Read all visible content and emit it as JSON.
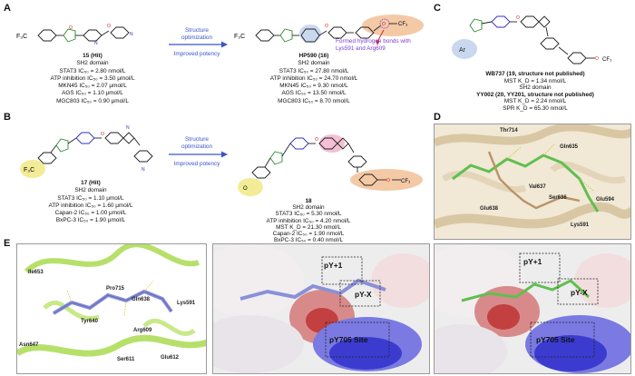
{
  "panels": [
    "A",
    "B",
    "C",
    "D",
    "E"
  ],
  "panelA": {
    "arrow": [
      "Structure",
      "optimization",
      "Improved potency"
    ],
    "hit": {
      "name": "15 (Hit)",
      "lines": [
        "SH2 domain",
        "STAT3 IC₅₀ = 2.80 nmol/L",
        "ATP inhibition IC₅₀ = 3.50 μmol/L",
        "MKN45 IC₅₀ = 2.07 μmol/L",
        "AGS IC₅₀ = 1.10 μmol/L",
        "MGC803 IC₅₀ = 0.90 μmol/L"
      ]
    },
    "opt": {
      "name": "HP590 (16)",
      "lines": [
        "SH2 domain",
        "STAT3 IC₅₀ = 27.80 nmol/L",
        "ATP inhibition IC₅₀ = 24.70 nmol/L",
        "MKN45 IC₅₀ = 9.30 nmol/L",
        "AGS IC₅₀ = 13.50 nmol/L",
        "MGC803 IC₅₀ = 8.70 nmol/L"
      ]
    },
    "hbond_note": [
      "Formed hydrogen bonds with",
      "Lys591 and Arg609"
    ]
  },
  "panelB": {
    "arrow": [
      "Structure",
      "optimization",
      "Improved potency"
    ],
    "hit": {
      "name": "17 (Hit)",
      "lines": [
        "SH2 domain",
        "STAT3 IC₅₀ = 1.10 μmol/L",
        "ATP inhibition IC₅₀ = 1.60 μmol/L",
        "Capan-2 IC₅₀ = 1.00 μmol/L",
        "BxPC-3 IC₅₀ = 1.90 μmol/L"
      ]
    },
    "opt": {
      "name": "18",
      "lines": [
        "SH2 domain",
        "STAT3 IC₅₀ = 5.30 nmol/L",
        "ATP inhibition IC₅₀ = 4.20 nmol/L",
        "MST K_D = 21.30 nmol/L",
        "Capan-2 IC₅₀ = 1.90 nmol/L",
        "BxPC-3 IC₅₀ = 0.40 nmol/L"
      ]
    }
  },
  "panelC": {
    "ar_label": "Ar",
    "cmpd1": "WB737 (19, structure not published)",
    "cmpd1_lines": [
      "MST K_D = 1.34 nmol/L",
      "SH2 domain"
    ],
    "cmpd2": "YY002 (20, YY201, structure not published)",
    "cmpd2_lines": [
      "MST K_D = 2.24 nmol/L",
      "SPR K_D = 65.30 nmol/L"
    ]
  },
  "panelD": {
    "residues": [
      "Thr714",
      "Gln635",
      "Val637",
      "Ser636",
      "Glu638",
      "Glu594",
      "Lys591"
    ]
  },
  "panelE": {
    "residues": [
      "Pro715",
      "Ile653",
      "Gln638",
      "Lys591",
      "Tyr640",
      "Arg609",
      "Asn647",
      "Ser611",
      "Glu612"
    ],
    "pockets": [
      "pY+1",
      "pY-X",
      "pY705 Site"
    ]
  },
  "colors": {
    "arrow": "#3a55c8",
    "hbond": "#7a3fd6",
    "ellipse_yellow": "#f3ec96",
    "ellipse_blue": "#c9d8ef",
    "ellipse_peach": "#f4c9a6",
    "panel_border": "#9a9a9a"
  }
}
